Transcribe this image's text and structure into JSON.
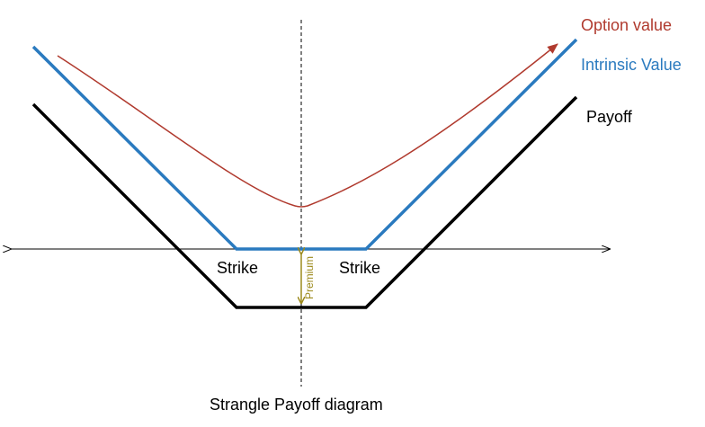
{
  "labels": {
    "option_value": "Option value",
    "intrinsic_value": "Intrinsic Value",
    "payoff": "Payoff",
    "strike_left": "Strike",
    "strike_right": "Strike",
    "premium": "Premium",
    "caption": "Strangle Payoff diagram"
  },
  "colors": {
    "option_value": "#b03a2e",
    "intrinsic_value": "#2a7abf",
    "payoff": "#000000",
    "premium": "#9c8a1c",
    "axis": "#000000"
  }
}
